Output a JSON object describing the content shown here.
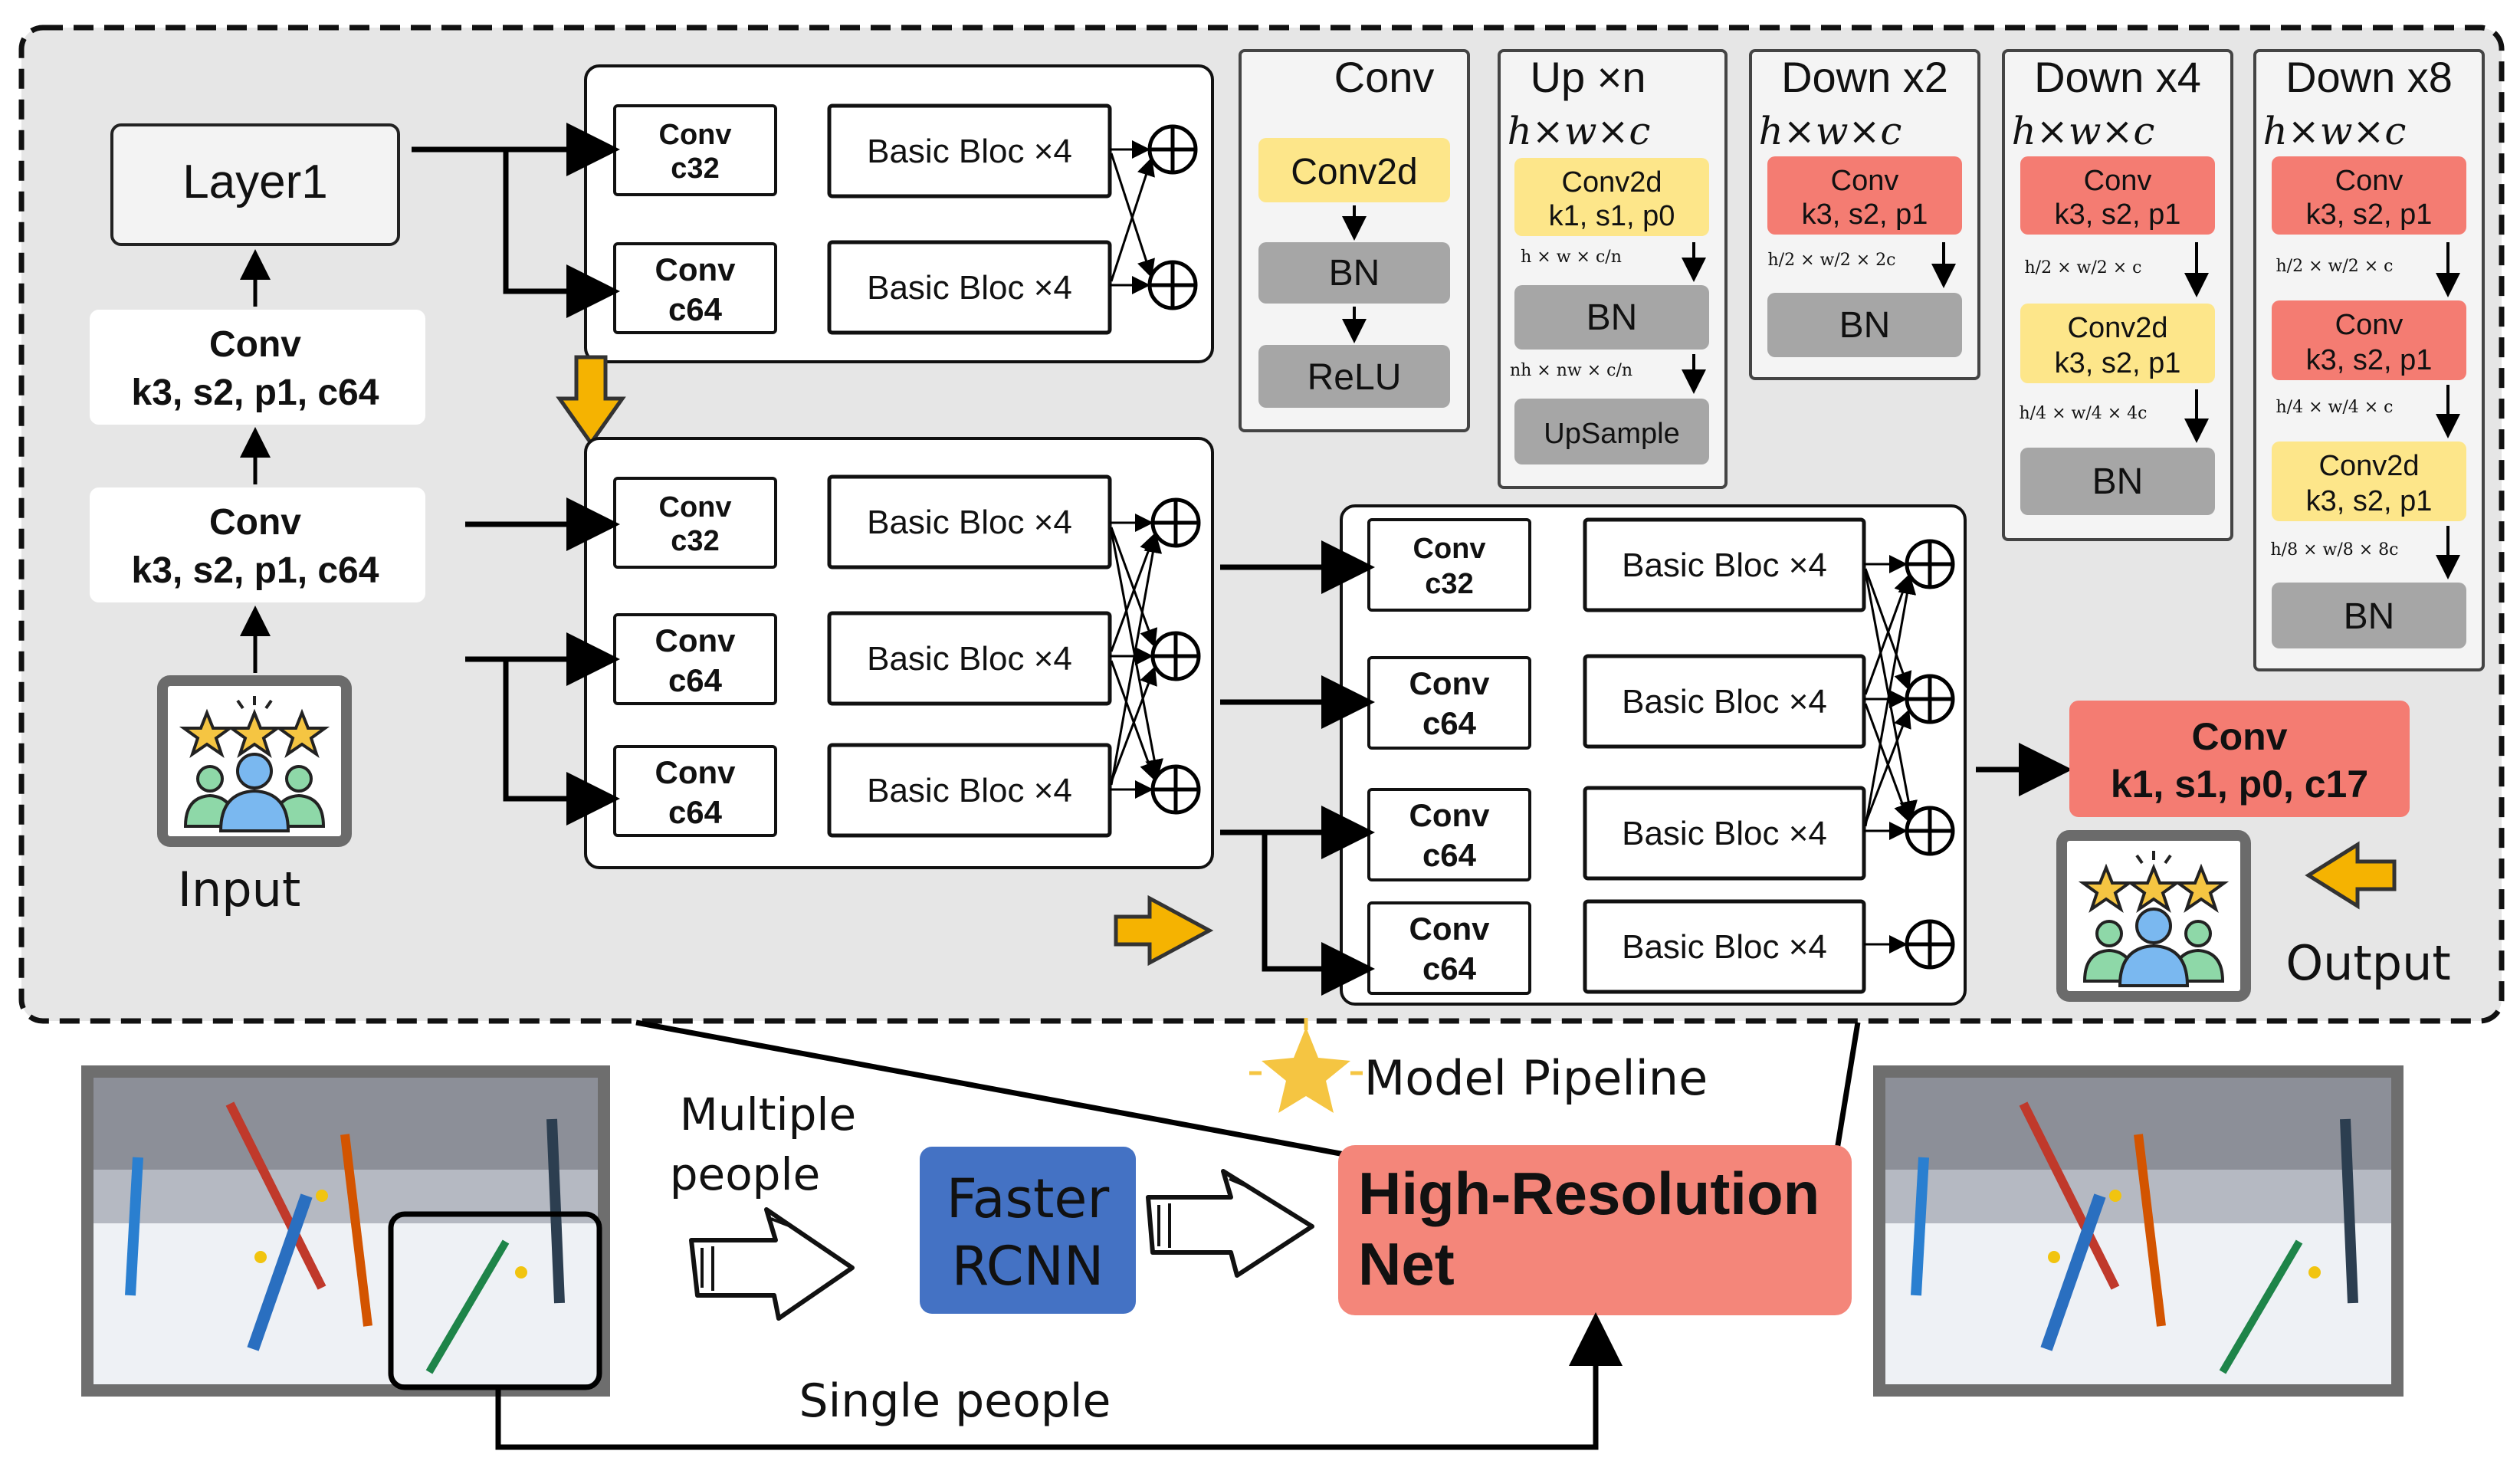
{
  "left_stem": {
    "layer1": "Layer1",
    "conv_top_l1": "Conv",
    "conv_top_l2": "k3, s2, p1, c64",
    "conv_bot_l1": "Conv",
    "conv_bot_l2": "k3, s2, p1, c64",
    "input_label": "Input"
  },
  "stages": {
    "block_label": "Basic Bloc ×4",
    "conv_word": "Conv",
    "c32": "c32",
    "c64": "c64"
  },
  "legend": {
    "conv": {
      "title": "Conv",
      "l1": "Conv2d",
      "l2": "BN",
      "l3": "ReLU"
    },
    "up": {
      "title": "Up ×n",
      "dims": "h×w×c",
      "c_l1": "Conv2d",
      "c_l2": "k1, s1, p0",
      "d1": "h × w × c/n",
      "bn": "BN",
      "d2": "nh × nw × c/n",
      "ups": "UpSample"
    },
    "down2": {
      "title": "Down x2",
      "dims": "h×w×c",
      "c_l1": "Conv",
      "c_l2": "k3, s2, p1",
      "d1": "h/2 × w/2 × 2c",
      "bn": "BN"
    },
    "down4": {
      "title": "Down x4",
      "dims": "h×w×c",
      "c1_l1": "Conv",
      "c1_l2": "k3, s2, p1",
      "d1": "h/2 × w/2 × c",
      "c2_l1": "Conv2d",
      "c2_l2": "k3, s2, p1",
      "d2": "h/4 × w/4 × 4c",
      "bn": "BN"
    },
    "down8": {
      "title": "Down x8",
      "dims": "h×w×c",
      "c1_l1": "Conv",
      "c1_l2": "k3, s2, p1",
      "d1": "h/2 × w/2 × c",
      "c2_l1": "Conv",
      "c2_l2": "k3, s2, p1",
      "d2": "h/4 × w/4 × c",
      "c3_l1": "Conv2d",
      "c3_l2": "k3, s2, p1",
      "d3": "h/8 × w/8 × 8c",
      "bn": "BN"
    }
  },
  "output": {
    "conv_l1": "Conv",
    "conv_l2": "k1, s1, p0, c17",
    "label": "Output"
  },
  "pipeline": {
    "model_pipeline": "Model Pipeline",
    "multiple_l1": "Multiple",
    "multiple_l2": "people",
    "faster_l1": "Faster",
    "faster_l2": "RCNN",
    "hrnet_l1": "High-Resolution",
    "hrnet_l2": "Net",
    "single": "Single people"
  },
  "colors": {
    "panel_bg": "#e6e6e6",
    "conv_red": "#f47c72",
    "conv2d_yellow": "#fde68a",
    "bn_gray": "#a6a6a6",
    "hrnet_red": "#f4867a",
    "faster_blue": "#4472c4",
    "arrow_orange": "#f5b301"
  }
}
